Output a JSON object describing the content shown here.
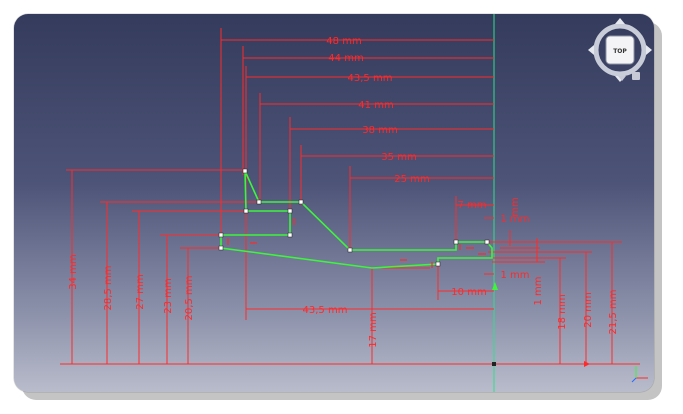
{
  "view": {
    "cube_face": "TOP"
  },
  "dimensions": {
    "horizontal": [
      "48 mm",
      "44 mm",
      "43,5 mm",
      "41 mm",
      "38 mm",
      "35 mm",
      "25 mm",
      "7 mm",
      "1 mm",
      "1 mm",
      "10 mm",
      "43,5 mm"
    ],
    "vertical": [
      "34 mm",
      "28,5 mm",
      "27 mm",
      "23 mm",
      "20,5 mm",
      "17 mm",
      "mm",
      "1 mm",
      "18 mm",
      "20 mm",
      "21,5 mm"
    ]
  },
  "colors": {
    "dimension": "#ff2a2a",
    "geometry": "#3df53d",
    "axis": "#2ee08a"
  }
}
